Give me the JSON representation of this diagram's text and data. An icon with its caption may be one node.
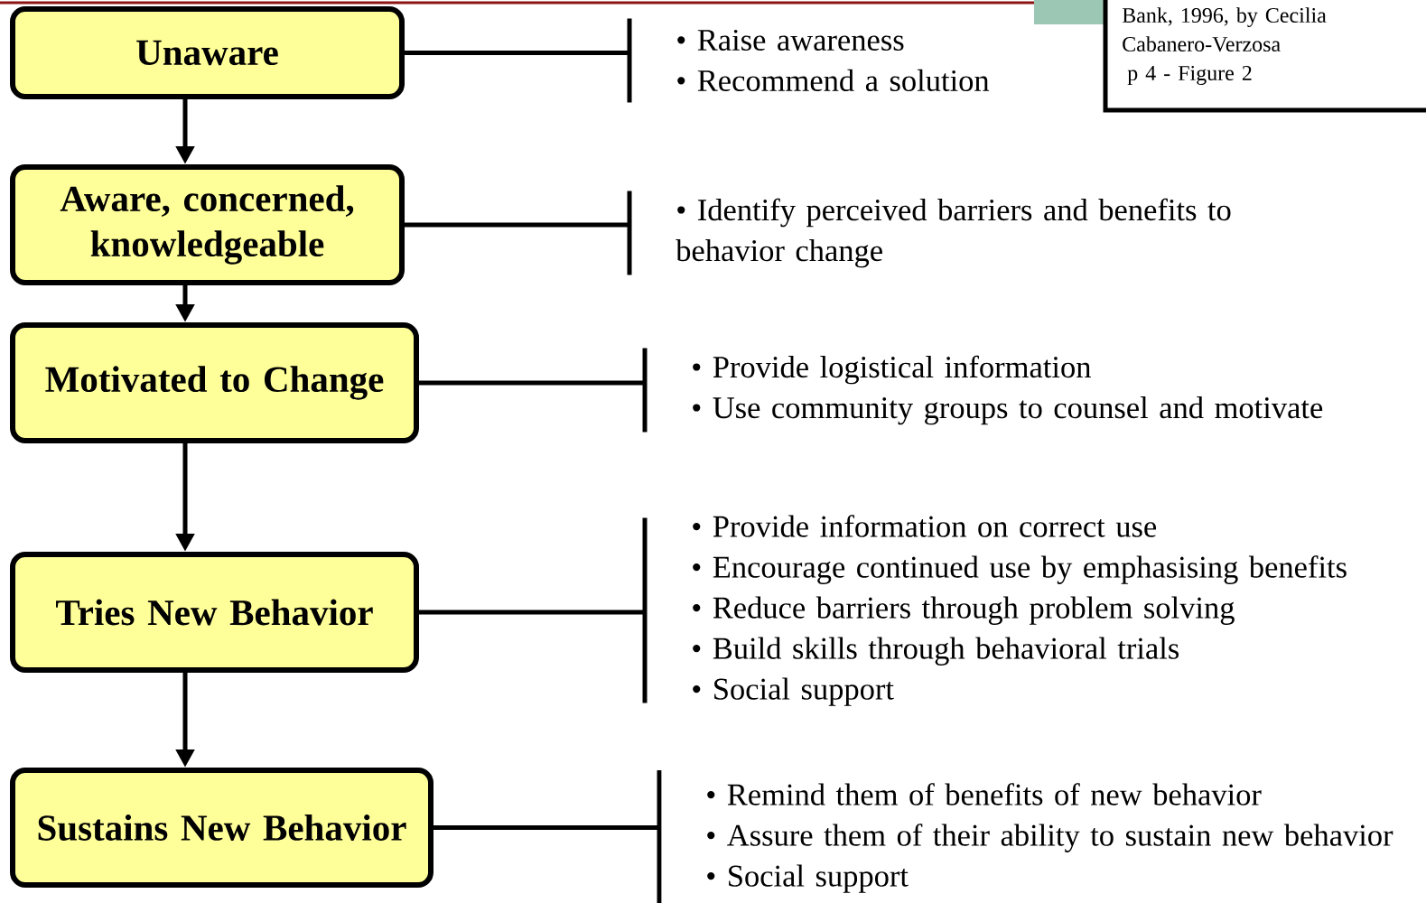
{
  "diagram": {
    "nodes": [
      {
        "text": [
          "Unaware"
        ]
      },
      {
        "text": [
          "Aware, concerned, knowledgeable"
        ]
      },
      {
        "text": [
          "Motivated to Change"
        ]
      },
      {
        "text": [
          "Tries New Behavior"
        ]
      },
      {
        "text": [
          "Sustains New Behavior"
        ]
      },
      {
        "text": [
          "• Raise awareness",
          "• Recommend a solution"
        ]
      },
      {
        "text": [
          "• Identify perceived barriers and benefits to behavior change"
        ]
      },
      {
        "text": [
          "• Provide logistical information",
          "• Use community groups to counsel and motivate"
        ]
      },
      {
        "text": [
          "• Provide information on correct use",
          "• Encourage continued use by emphasising benefits",
          "• Reduce barriers through problem solving",
          "• Build skills through behavioral trials",
          "• Social support"
        ]
      },
      {
        "text": [
          "• Remind them of benefits of new behavior",
          "• Assure them of their ability to sustain new behavior",
          "• Social support"
        ]
      },
      {
        "text": [
          "Bank, 1996, by Cecilia Cabanero-Verzosa",
          "p 4 - Figure 2"
        ]
      }
    ],
    "edges": [
      {
        "from": 0,
        "to": 1,
        "arrow": "to"
      },
      {
        "from": 1,
        "to": 2,
        "arrow": "to"
      },
      {
        "from": 2,
        "to": 3,
        "arrow": "to"
      },
      {
        "from": 3,
        "to": 4,
        "arrow": "to"
      },
      {
        "from": 0,
        "to": 5,
        "arrow": "none"
      },
      {
        "from": 1,
        "to": 6,
        "arrow": "none"
      },
      {
        "from": 2,
        "to": 7,
        "arrow": "none"
      },
      {
        "from": 3,
        "to": 8,
        "arrow": "none"
      },
      {
        "from": 4,
        "to": 9,
        "arrow": "none"
      }
    ]
  }
}
